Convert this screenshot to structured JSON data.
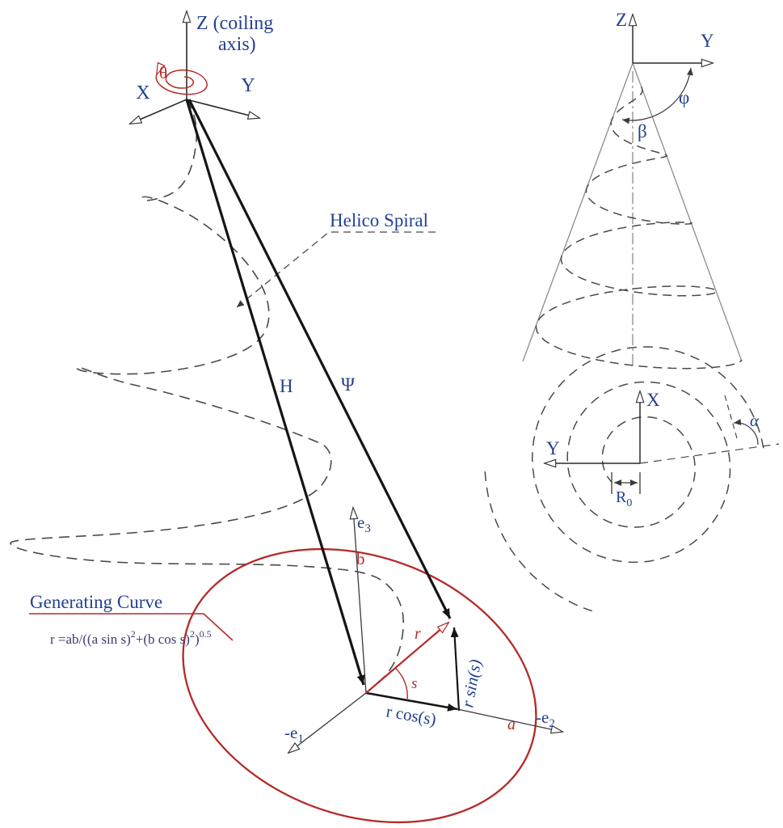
{
  "figure": {
    "main": {
      "z_label_1": "Z (coiling",
      "z_label_2": "axis)",
      "x_label": "X",
      "y_label": "Y",
      "theta_label": "θ",
      "spiral_label": "Helico Spiral",
      "h_label": "H",
      "psi_label": "Ψ",
      "e3_base": "e",
      "e3_sub": "3",
      "b_label": "b",
      "generating_curve_label": "Generating Curve",
      "formula": {
        "p1": "r =ab/((a sin s)",
        "s1": "2",
        "p2": "+(b cos s)",
        "s2": "2",
        "p3": ")",
        "s3": "0.5"
      },
      "r_label": "r",
      "s_label": "s",
      "rcos_label": "r cos(s)",
      "rsin_label": "r sin(s)",
      "a_label": "a",
      "e1_base": "-e",
      "e1_sub": "1",
      "e2_base": "-e",
      "e2_sub": "2"
    },
    "side_view": {
      "z_label": "Z",
      "y_label": "Y",
      "phi_label": "φ",
      "beta_label": "β"
    },
    "top_view": {
      "x_label": "X",
      "y_label": "Y",
      "alpha_label": "α",
      "r0_base": "R",
      "r0_sub": "0"
    }
  },
  "colors": {
    "line_gray": "#4a4a4a",
    "cone_gray": "#8c8c8c",
    "thick_black": "#151515",
    "accent_red": "#b52a28",
    "label_blue": "#24418f"
  }
}
